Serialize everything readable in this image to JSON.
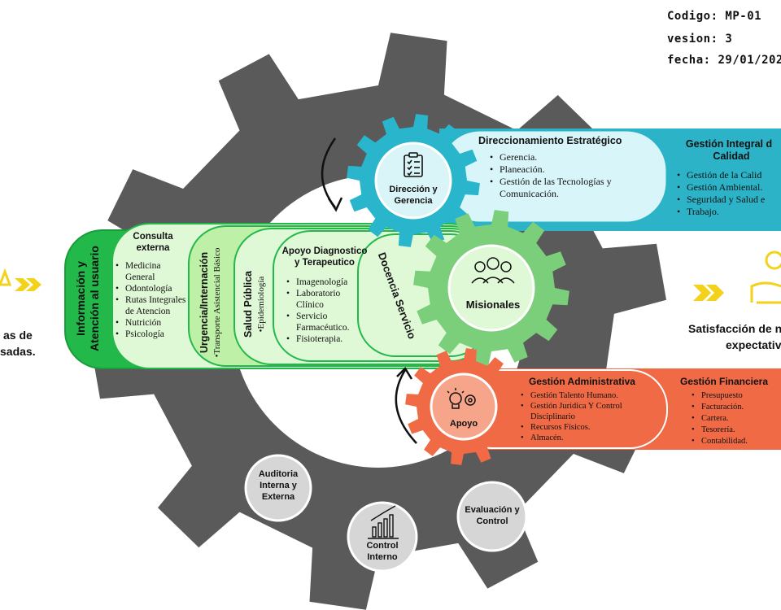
{
  "document": {
    "codigo": "Codigo: MP-01",
    "version": "vesion: 3",
    "fecha": "fecha: 29/01/202"
  },
  "left_text": {
    "line1": "as de",
    "line2": "sadas."
  },
  "right_text": {
    "line1": "Satisfacción de n",
    "line2": "expectativ"
  },
  "direccion": {
    "gear_label": "Dirección y Gerencia",
    "title": "Direccionamiento Estratégico",
    "items": [
      "Gerencia.",
      "Planeación.",
      "Gestión de las Tecnologías y Comunicación."
    ]
  },
  "calidad": {
    "title_line1": "Gestión Integral d",
    "title_line2": "Calidad",
    "items": [
      "Gestión de la Calid",
      "Gestión Ambiental.",
      "Seguridad y Salud e",
      "Trabajo."
    ]
  },
  "misionales": {
    "gear_label": "Misionales",
    "info_atencion": {
      "line1": "Información y",
      "line2": "Atención al usuario"
    },
    "consulta": {
      "title": "Consulta externa",
      "items": [
        "Medicina General",
        "Odontología",
        "Rutas Integrales de Atencion",
        "Nutrición",
        "Psicología"
      ]
    },
    "urgencia": {
      "title": "Urgencia/Internación",
      "sub": "•Transporte Asistencial Básico"
    },
    "salud_publica": {
      "title": "Salud Pública",
      "sub": "•Epidemiología"
    },
    "apoyo_diag": {
      "title": "Apoyo Diagnostico y Terapeutico",
      "items": [
        "Imagenología",
        "Laboratorio Clínico",
        "Servicio Farmacéutico.",
        "Fisioterapia."
      ]
    },
    "docencia": "Docencia Servicio"
  },
  "apoyo": {
    "gear_label": "Apoyo",
    "administrativa": {
      "title": "Gestión Administrativa",
      "items": [
        "Gestión Talento Humano.",
        "Gestión Jurídica Y Control Disciplinario",
        "Recursos Físicos.",
        "Almacén."
      ]
    },
    "financiera": {
      "title": "Gestión Financiera",
      "items": [
        "Presupuesto",
        "Facturación.",
        "Cartera.",
        "Tesorería.",
        "Contabilidad."
      ]
    }
  },
  "evaluacion": {
    "auditoria": "Auditoria Interna y Externa",
    "control_interno": "Control Interno",
    "evaluacion_control": "Evaluación y Control"
  },
  "colors": {
    "big_gear": "#5a5a5a",
    "cyan": "#29b6cc",
    "cyan_light": "#d9f5f8",
    "green_gear": "#7ccf7a",
    "green_light": "#dff8d6",
    "green_mid": "#9fe58a",
    "green_dark": "#22b84a",
    "orange": "#f06a45",
    "grey_circle": "#d6d6d6",
    "arrow_yellow": "#f2d21b"
  },
  "icons": [
    "clipboard-icon",
    "people-icon",
    "lightbulb-gear-icon",
    "bar-chart-icon",
    "handshake-icon"
  ]
}
